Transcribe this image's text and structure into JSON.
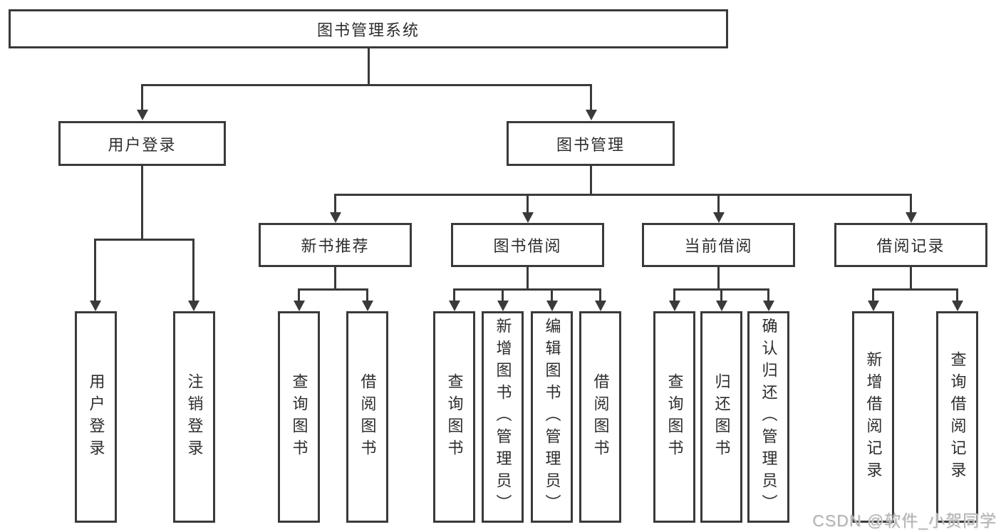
{
  "diagram": {
    "type": "functional-structure-tree",
    "tree": {
      "label": "图书管理系统",
      "children": [
        {
          "label": "用户登录",
          "children": [
            {
              "label": "用户登录"
            },
            {
              "label": "注销登录"
            }
          ]
        },
        {
          "label": "图书管理",
          "children": [
            {
              "label": "新书推荐",
              "children": [
                {
                  "label": "查询图书"
                },
                {
                  "label": "借阅图书"
                }
              ]
            },
            {
              "label": "图书借阅",
              "children": [
                {
                  "label": "查询图书"
                },
                {
                  "label": "新增图书（管理员）"
                },
                {
                  "label": "编辑图书（管理员）"
                },
                {
                  "label": "借阅图书"
                }
              ]
            },
            {
              "label": "当前借阅",
              "children": [
                {
                  "label": "查询图书"
                },
                {
                  "label": "归还图书"
                },
                {
                  "label": "确认归还（管理员）"
                }
              ]
            },
            {
              "label": "借阅记录",
              "children": [
                {
                  "label": "新增借阅记录"
                },
                {
                  "label": "查询借阅记录"
                }
              ]
            }
          ]
        }
      ]
    },
    "colors": {
      "line": "#3a3a3a",
      "text": "#2d2d2d",
      "background": "#ffffff",
      "watermark": "#b3b3b3"
    }
  },
  "watermark": {
    "text": "CSDN @软件_小贺同学"
  }
}
